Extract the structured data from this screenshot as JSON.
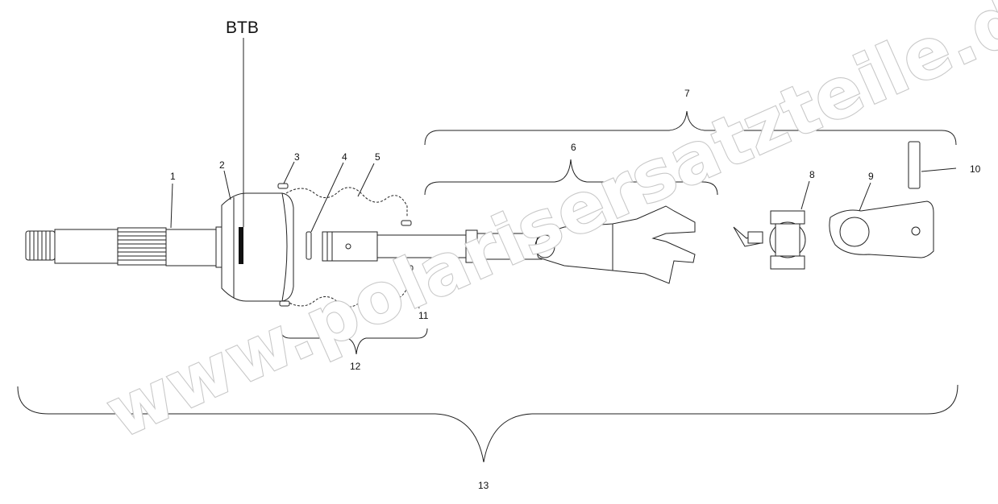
{
  "diagram": {
    "label_btb": "BTB",
    "watermark": "www.polarisersatzteile.de",
    "callouts": {
      "c1": "1",
      "c2": "2",
      "c3": "3",
      "c4": "4",
      "c5": "5",
      "c6": "6",
      "c7": "7",
      "c8": "8",
      "c9": "9",
      "c10": "10",
      "c11": "11",
      "c12": "12",
      "c13": "13"
    }
  }
}
